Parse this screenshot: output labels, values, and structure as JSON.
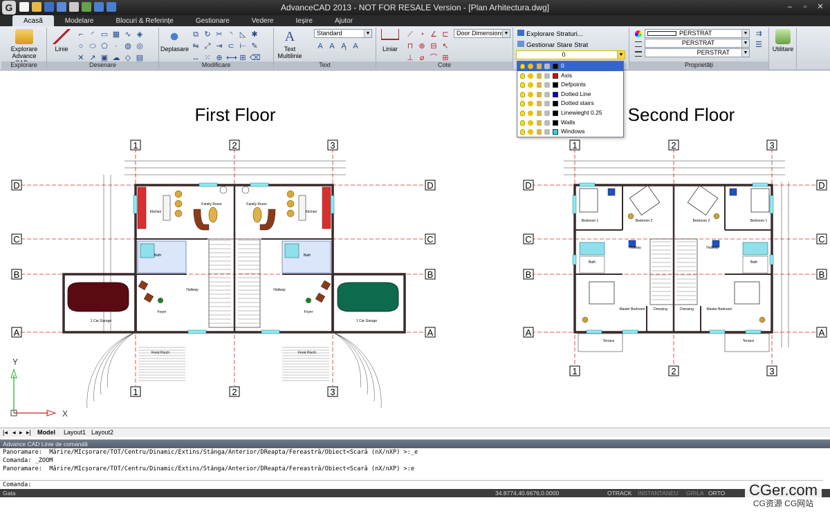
{
  "window": {
    "title": "AdvanceCAD 2013 - NOT FOR RESALE Version - [Plan Arhitectura.dwg]",
    "logo_letter": "G"
  },
  "tabs": [
    {
      "label": "Acasă",
      "active": true
    },
    {
      "label": "Modelare",
      "active": false
    },
    {
      "label": "Blocuri & Referințe",
      "active": false
    },
    {
      "label": "Gestionare",
      "active": false
    },
    {
      "label": "Vedere",
      "active": false
    },
    {
      "label": "Ieșire",
      "active": false
    },
    {
      "label": "Ajutor",
      "active": false
    }
  ],
  "ribbon": {
    "explorare": {
      "button": "Explorare Advance CAD...",
      "label": "Explorare"
    },
    "desenare": {
      "linie": "Linie",
      "label": "Desenare"
    },
    "modificare": {
      "deplasare": "Deplasare",
      "label": "Modificare"
    },
    "text": {
      "multiline": "Text Multilinie",
      "style": "Standard",
      "label": "Text"
    },
    "cote": {
      "liniar": "Liniar",
      "dim_style": "Door Dimensions",
      "label": "Cote"
    },
    "straturi": {
      "explorare": "Explorare Straturi...",
      "gestionar": "Gestionar Stare Strat",
      "current_layer": "0"
    },
    "proprietati": {
      "color": "PERSTRAT",
      "linetype": "PERSTRAT",
      "lineweight": "PERSTRAT",
      "label": "Proprietăți"
    },
    "utilitare": {
      "label": "Utilitare"
    }
  },
  "layers": [
    {
      "name": "0",
      "color": "#000000",
      "selected": true
    },
    {
      "name": "Axis",
      "color": "#e00000",
      "selected": false
    },
    {
      "name": "Defpoints",
      "color": "#000000",
      "selected": false
    },
    {
      "name": "Dotted Line",
      "color": "#0000e0",
      "selected": false
    },
    {
      "name": "Dotted stairs",
      "color": "#000000",
      "selected": false
    },
    {
      "name": "Linewieght 0.25",
      "color": "#000000",
      "selected": false
    },
    {
      "name": "Walls",
      "color": "#000000",
      "selected": false
    },
    {
      "name": "Windows",
      "color": "#20d8e0",
      "selected": false
    }
  ],
  "drawing": {
    "first_floor_title": "First Floor",
    "second_floor_title": "Second Floor",
    "col_labels": [
      "1",
      "2",
      "3"
    ],
    "row_labels": [
      "D",
      "C",
      "B",
      "A"
    ],
    "axis_y": "Y",
    "axis_x": "X",
    "rooms_first": [
      "Kitchen",
      "Family Room",
      "Family Room",
      "Kitchen",
      "Bath",
      "Bath",
      "Hallway",
      "Hallway",
      "1 Car Garage",
      "1 Car Garage",
      "Foyer",
      "Foyer",
      "Front Porch",
      "Front Porch"
    ],
    "rooms_second": [
      "Bedroom 1",
      "Bedroom 2",
      "Bedroom 2",
      "Bedroom 1",
      "Hallway",
      "Hallway",
      "Bath",
      "Bath",
      "Master Bedroom",
      "Dressing",
      "Dressing",
      "Master Bedroom",
      "Terrace",
      "Terrace"
    ],
    "car_colors": [
      "#5a0a12",
      "#0e6a4c"
    ]
  },
  "layout_tabs": [
    "Model",
    "Layout1",
    "Layout2"
  ],
  "command": {
    "title": "Advance CAD Linie de comandă",
    "lines": [
      "Panoramare:  Mărire/MIcșorare/TOT/Centru/Dinamic/Extins/Stânga/Anterior/DReapta/Fereastră/Obiect<Scară (nX/nXP) >:_e",
      "Comanda: _ZOOM",
      "Panoramare:  Mărire/MIcșorare/TOT/Centru/Dinamic/Extins/Stânga/Anterior/DReapta/Fereastră/Obiect<Scară (nX/nXP) >:e"
    ],
    "prompt": "Comanda:"
  },
  "status": {
    "ready": "Gata",
    "coords": "34.8774,40.6676,0.0000",
    "otrack": "OTRACK",
    "instantaneu": "INSTANTANEU",
    "grila": "GRILA",
    "orto": "ORTO"
  },
  "watermark": {
    "site": "CGer.com",
    "sub": "CG资源 CG网站"
  }
}
